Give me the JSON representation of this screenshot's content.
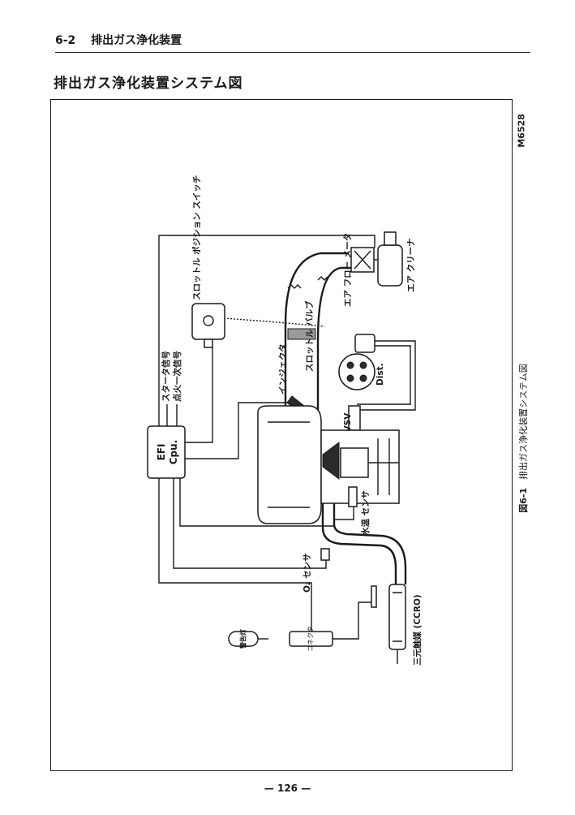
{
  "header": {
    "section": "6-2",
    "title": "排出ガス浄化装置"
  },
  "page_title": "排出ガス浄化装置システム図",
  "figure_code": "M6528",
  "caption": {
    "number": "図6-1",
    "text": "排出ガス浄化装置システム図"
  },
  "labels": {
    "air_cleaner": "エア クリーナ",
    "air_flow_meter": "エア フロー メータ",
    "throttle_position_switch": "スロットル ポジション スイッチ",
    "throttle_valve": "スロットル バルブ",
    "injector": "インジェクタ",
    "starter_signal": "スタータ信号",
    "ignition_signal": "点火一次信号",
    "efi_cpu_line1": "EFI",
    "efi_cpu_line2": "Cpu.",
    "bvsv": "BVSV",
    "distributor": "Dist.",
    "water_temp_sensor": "水温 センサ",
    "o2_sensor": "O₂ センサ",
    "catalyst": "三元触媒 (CCRO)",
    "connector": "コネクタ",
    "warning_lamp": "警告灯"
  },
  "page_number": "— 126 —"
}
